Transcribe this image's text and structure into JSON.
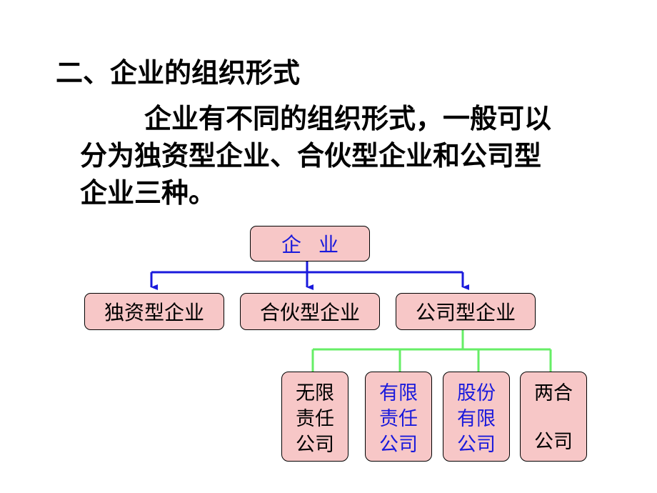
{
  "slide": {
    "heading": "二、企业的组织形式",
    "paragraph_lines": [
      "企业有不同的组织形式，一般可以",
      "分为独资型企业、合伙型企业和公司型",
      "企业三种。"
    ]
  },
  "diagram": {
    "root": {
      "label": "企业"
    },
    "level1": [
      {
        "label": "独资型企业"
      },
      {
        "label": "合伙型企业"
      },
      {
        "label": "公司型企业"
      }
    ],
    "level2": [
      {
        "lines": [
          "无限",
          "责任",
          "公司"
        ]
      },
      {
        "lines": [
          "有限",
          "责任",
          "公司"
        ]
      },
      {
        "lines": [
          "股份",
          "有限",
          "公司"
        ]
      },
      {
        "lines": [
          "两合",
          "",
          "公司"
        ]
      }
    ]
  },
  "colors": {
    "box_fill": "#f7c7c7",
    "blue_connector": "#1a1adc",
    "green_connector": "#66ee66",
    "blue_text": "#1a1adc"
  }
}
